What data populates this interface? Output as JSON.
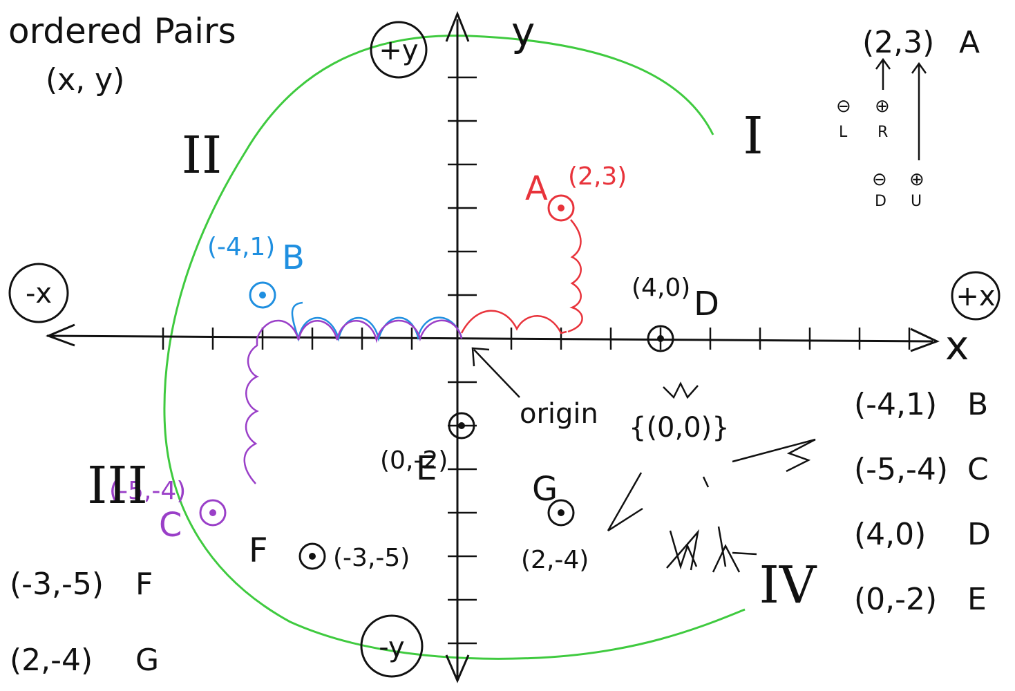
{
  "heading": {
    "line1": "ordered Pairs",
    "line2": "(x, y)"
  },
  "quadrants": {
    "q1": "I",
    "q2": "II",
    "q3": "III",
    "q4": "IV"
  },
  "axes": {
    "x_label": "x",
    "y_label": "y",
    "pos_x": "+x",
    "neg_x": "-x",
    "pos_y": "+y",
    "neg_y": "-y",
    "origin_label": "origin",
    "origin_set": "{(0,0)}"
  },
  "points": [
    {
      "name": "A",
      "coord": "(2,3)",
      "x": 2,
      "y": 3,
      "color": "#e8333b"
    },
    {
      "name": "B",
      "coord": "(-4,1)",
      "x": -4,
      "y": 1,
      "color": "#1f8fe0"
    },
    {
      "name": "C",
      "coord": "(-5,-4)",
      "x": -5,
      "y": -4,
      "color": "#9a3fc8"
    },
    {
      "name": "D",
      "coord": "(4,0)",
      "x": 4,
      "y": 0,
      "color": "#111111"
    },
    {
      "name": "E",
      "coord": "(0,-2)",
      "x": 0,
      "y": -2,
      "color": "#111111"
    },
    {
      "name": "F",
      "coord": "(-3,-5)",
      "x": -3,
      "y": -5,
      "color": "#111111"
    },
    {
      "name": "G",
      "coord": "(2,-4)",
      "x": 2,
      "y": -4,
      "color": "#111111"
    }
  ],
  "right_list": [
    {
      "coord": "(-4,1)",
      "name": "B"
    },
    {
      "coord": "(-5,-4)",
      "name": "C"
    },
    {
      "coord": "(4,0)",
      "name": "D"
    },
    {
      "coord": "(0,-2)",
      "name": "E"
    }
  ],
  "left_list": [
    {
      "coord": "(-3,-5)",
      "name": "F"
    },
    {
      "coord": "(2,-4)",
      "name": "G"
    }
  ],
  "legend": {
    "coord": "(2,3)",
    "name": "A",
    "minus": "⊖",
    "plus": "⊕",
    "left": "L",
    "right": "R",
    "down": "D",
    "up": "U"
  },
  "colors": {
    "ink": "#111111",
    "green": "#3fca3f",
    "red": "#e8333b",
    "blue": "#1f8fe0",
    "purple": "#9a3fc8"
  }
}
